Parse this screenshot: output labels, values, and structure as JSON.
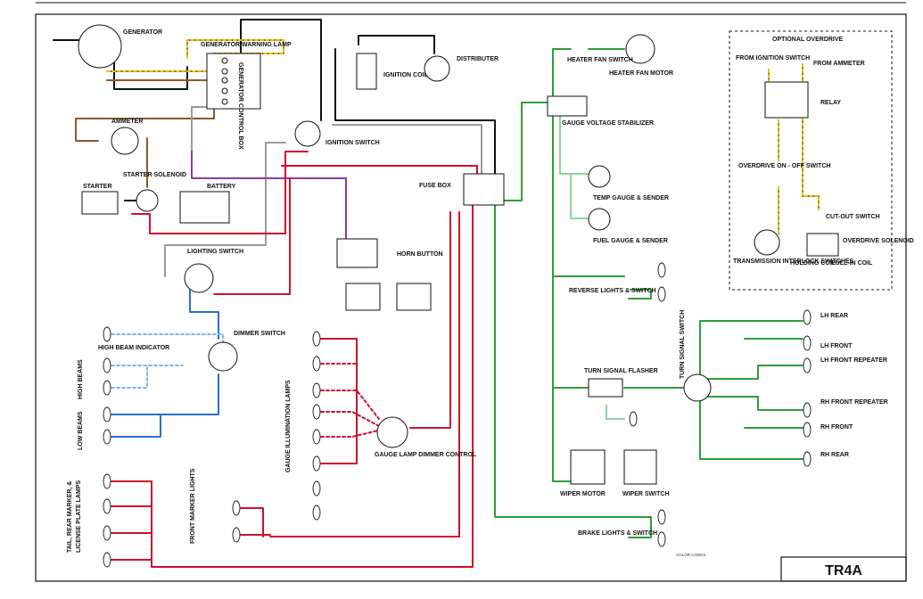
{
  "title": "TR4A",
  "labels": {
    "generator": "GENERATOR",
    "gen_warning_lamp": "GENERATOR WARNING LAMP",
    "gen_control_box": "GENERATOR CONTROL BOX",
    "ammeter": "AMMETER",
    "starter": "STARTER",
    "starter_solenoid": "STARTER SOLENOID",
    "battery": "BATTERY",
    "ignition_coil": "IGNITION COIL",
    "distributer": "DISTRIBUTER",
    "ignition_switch": "IGNITION SWITCH",
    "fuse_box": "FUSE BOX",
    "lighting_switch": "LIGHTING SWITCH",
    "horn_button": "HORN BUTTON",
    "high_beam_indicator": "HIGH BEAM INDICATOR",
    "dimmer_switch": "DIMMER SWITCH",
    "high_beams": "HIGH BEAMS",
    "low_beams": "LOW BEAMS",
    "tail_rear_marker": "TAIL, REAR MARKER, &",
    "license_plate_lamps": "LICENSE PLATE LAMPS",
    "front_marker_lights": "FRONT MARKER LIGHTS",
    "gauge_illumination_lamps": "GAUGE ILLUMINATION LAMPS",
    "gauge_lamp_dimmer": "GAUGE LAMP DIMMER CONTROL",
    "heater_fan_switch": "HEATER FAN SWITCH",
    "heater_fan_motor": "HEATER FAN MOTOR",
    "gauge_voltage_stabilizer": "GAUGE VOLTAGE STABILIZER",
    "temp_gauge": "TEMP GAUGE & SENDER",
    "fuel_gauge": "FUEL GAUGE & SENDER",
    "reverse_lights": "REVERSE LIGHTS & SWITCH",
    "turn_signal_flasher": "TURN SIGNAL FLASHER",
    "turn_signal_switch": "TURN SIGNAL SWITCH",
    "lh_rear": "LH REAR",
    "lh_front": "LH FRONT",
    "lh_front_repeater": "LH FRONT REPEATER",
    "rh_front_repeater": "RH FRONT REPEATER",
    "rh_front": "RH FRONT",
    "rh_rear": "RH REAR",
    "wiper_motor": "WIPER MOTOR",
    "wiper_switch": "WIPER SWITCH",
    "brake_lights": "BRAKE LIGHTS & SWITCH",
    "optional_overdrive": "OPTIONAL OVERDRIVE",
    "from_ignition_switch": "FROM IGNITION SWITCH",
    "from_ammeter": "FROM AMMETER",
    "relay": "RELAY",
    "overdrive_onoff": "OVERDRIVE ON - OFF SWITCH",
    "cutout_switch": "CUT-OUT SWITCH",
    "overdrive_solenoid": "OVERDRIVE SOLENOID",
    "transmission_interlock": "TRANSMISSION INTERLOCK SWITCHES",
    "holding_coil": "HOLDING COIL",
    "pullin_coil": "PULL-IN COIL",
    "color_codes": "COLOR CODES"
  },
  "colors": {
    "brown": "#8B5A2B",
    "yellow": "#E8C200",
    "red": "#D0102A",
    "green": "#2E9E3A",
    "blue": "#2A6FD6",
    "purple": "#8E3A9E",
    "black": "#111111",
    "white_wire": "#9A9A9A",
    "light_green": "#8FD39A",
    "light_blue": "#7FB7E8"
  }
}
